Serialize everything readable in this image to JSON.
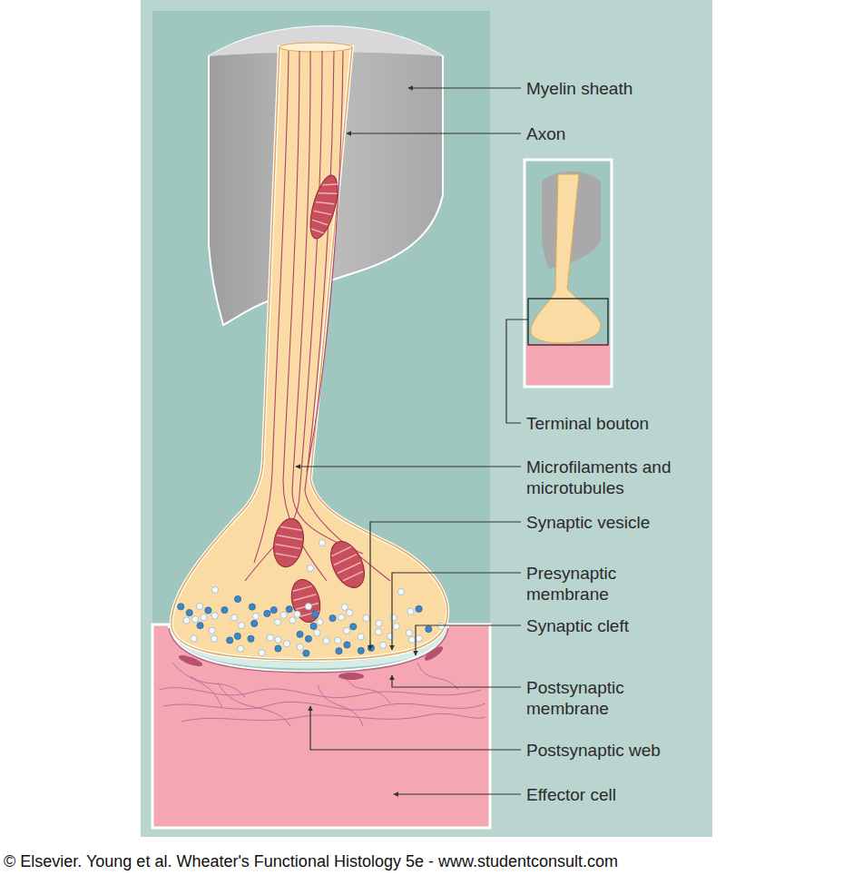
{
  "diagram": {
    "caption": "© Elsevier. Young et al. Wheater's Functional Histology 5e - www.studentconsult.com",
    "labels": [
      "Myelin sheath",
      "Axon",
      "Terminal bouton",
      "Microfilaments and microtubules",
      "Synaptic vesicle",
      "Presynaptic membrane",
      "Synaptic cleft",
      "Postsynaptic membrane",
      "Postsynaptic web",
      "Effector cell"
    ]
  }
}
